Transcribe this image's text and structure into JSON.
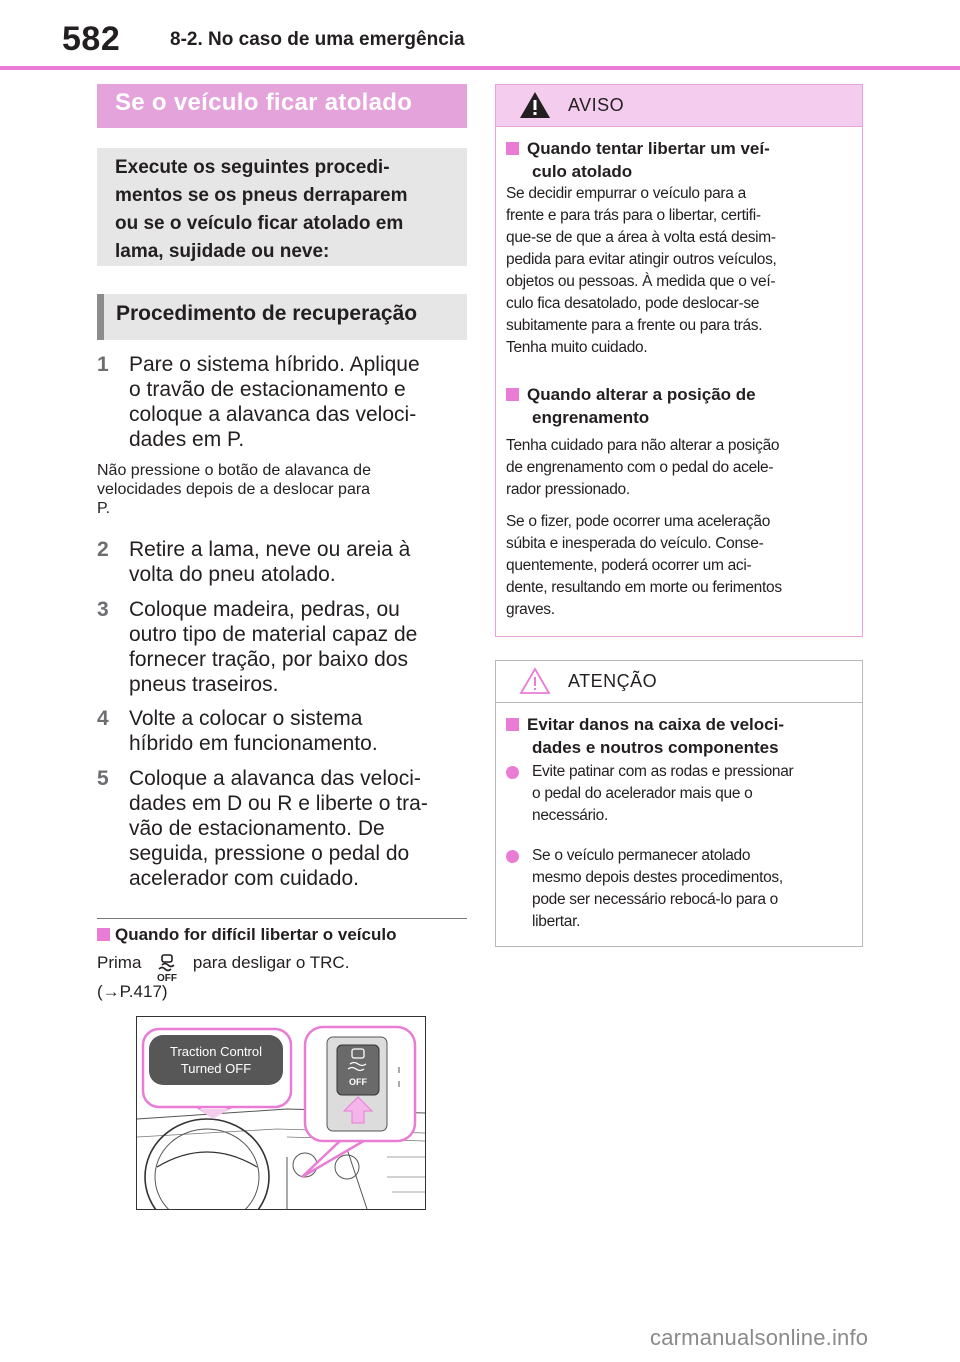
{
  "header": {
    "page_number": "582",
    "section": "8-2. No caso de uma emergência"
  },
  "left": {
    "title": "Se o veículo ficar atolado",
    "intro": "Execute os seguintes procedi- mentos se os pneus derraparem ou se o veículo ficar atolado em lama, sujidade ou neve:",
    "intro_lines": [
      "Execute os seguintes procedi-",
      "mentos se os pneus derraparem",
      "ou se o veículo ficar atolado em",
      "lama, sujidade ou neve:"
    ],
    "procedure_title": "Procedimento de recuperação",
    "steps": [
      {
        "num": "1",
        "lines": [
          "Pare o sistema híbrido. Aplique",
          "o travão de estacionamento e",
          "coloque a alavanca das veloci-",
          "dades em P."
        ]
      },
      {
        "num": "2",
        "lines": [
          "Retire a lama, neve ou areia à",
          "volta do pneu atolado."
        ]
      },
      {
        "num": "3",
        "lines": [
          "Coloque madeira, pedras, ou",
          "outro tipo de material capaz de",
          "fornecer tração, por baixo dos",
          "pneus traseiros."
        ]
      },
      {
        "num": "4",
        "lines": [
          "Volte a colocar o sistema",
          "híbrido em funcionamento."
        ]
      },
      {
        "num": "5",
        "lines": [
          "Coloque a alavanca das veloci-",
          "dades em D ou R e liberte o tra-",
          "vão de estacionamento. De",
          "seguida, pressione o pedal do",
          "acelerador com cuidado."
        ]
      }
    ],
    "step1_note_lines": [
      "Não pressione o botão de alavanca de",
      "velocidades depois de a deslocar para",
      "P."
    ],
    "subsection_title": "Quando for difícil libertar o veículo",
    "prima_before": "Prima",
    "prima_after": "para desligar o TRC.",
    "prima_ref": "(→P.417)",
    "icon_text": "OFF",
    "figure": {
      "bubble_line1": "Traction Control",
      "bubble_line2": "Turned OFF",
      "button_text": "OFF"
    }
  },
  "aviso": {
    "title": "AVISO",
    "sections": [
      {
        "head_lines": [
          "Quando tentar libertar um veí-",
          "culo atolado"
        ],
        "paragraphs": [
          [
            "Se decidir empurrar o veículo para a",
            "frente e para trás para o libertar, certifi-",
            "que-se de que a área à volta está desim-",
            "pedida para evitar atingir outros veículos,",
            "objetos ou pessoas. À medida que o veí-",
            "culo fica desatolado, pode deslocar-se",
            "subitamente para a frente ou para trás.",
            "Tenha muito cuidado."
          ]
        ]
      },
      {
        "head_lines": [
          "Quando alterar a posição de",
          "engrenamento"
        ],
        "paragraphs": [
          [
            "Tenha cuidado para não alterar a posição",
            "de engrenamento com o pedal do acele-",
            "rador pressionado."
          ],
          [
            "Se o fizer, pode ocorrer uma aceleração",
            "súbita e inesperada do veículo. Conse-",
            "quentemente, poderá ocorrer um aci-",
            "dente, resultando em morte ou ferimentos",
            "graves."
          ]
        ]
      }
    ]
  },
  "atencao": {
    "title": "ATENÇÃO",
    "head_lines": [
      "Evitar danos na caixa de veloci-",
      "dades e noutros componentes"
    ],
    "bullets": [
      [
        "Evite patinar com as rodas e pressionar",
        "o pedal do acelerador mais que o",
        "necessário."
      ],
      [
        "Se o veículo permanecer atolado",
        "mesmo depois destes procedimentos,",
        "pode ser necessário rebocá-lo para o",
        "libertar."
      ]
    ]
  },
  "footer": {
    "watermark": "carmanualsonline.info"
  },
  "colors": {
    "accent_pink": "#e97dd6",
    "banner_pink": "#e4a3da",
    "aviso_header": "#f4cdee",
    "grey_box": "#e6e6e6"
  }
}
